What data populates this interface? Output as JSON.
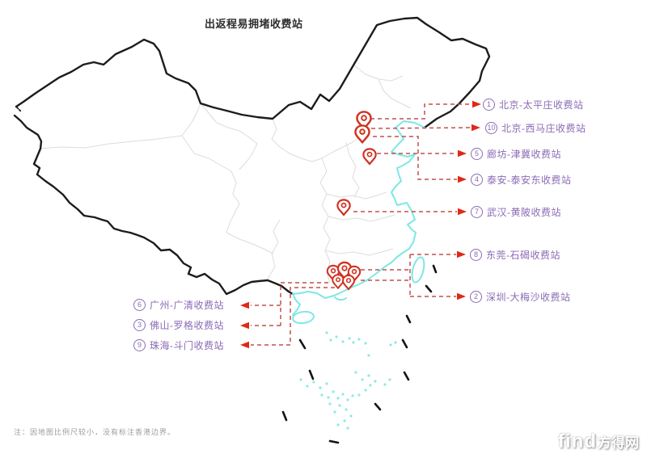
{
  "title": "出返程易拥堵收费站",
  "note": "注：因地图比例尺较小，没有标注香港边界。",
  "watermark": {
    "latin": "find",
    "cn": "方得网"
  },
  "stations": [
    {
      "num": "1",
      "name": "北京-太平庄收费站",
      "side": "right"
    },
    {
      "num": "10",
      "name": "北京-西马庄收费站",
      "side": "right"
    },
    {
      "num": "5",
      "name": "廊坊-津冀收费站",
      "side": "right"
    },
    {
      "num": "4",
      "name": "泰安-泰安东收费站",
      "side": "right"
    },
    {
      "num": "7",
      "name": "武汉-黄陂收费站",
      "side": "right"
    },
    {
      "num": "8",
      "name": "东莞-石碣收费站",
      "side": "right"
    },
    {
      "num": "2",
      "name": "深圳-大梅沙收费站",
      "side": "right"
    },
    {
      "num": "6",
      "name": "广州-广清收费站",
      "side": "left"
    },
    {
      "num": "3",
      "name": "佛山-罗格收费站",
      "side": "left"
    },
    {
      "num": "9",
      "name": "珠海-斗门收费站",
      "side": "left"
    }
  ],
  "colors": {
    "label_purple": "#8b6bb5",
    "leader_red": "#c0504d",
    "arrow_red": "#e02818",
    "pin_red": "#cf3322",
    "coast_cyan": "#7ce8e4",
    "border_black": "#1c1c1c",
    "province_gray": "#dcdcdc"
  }
}
